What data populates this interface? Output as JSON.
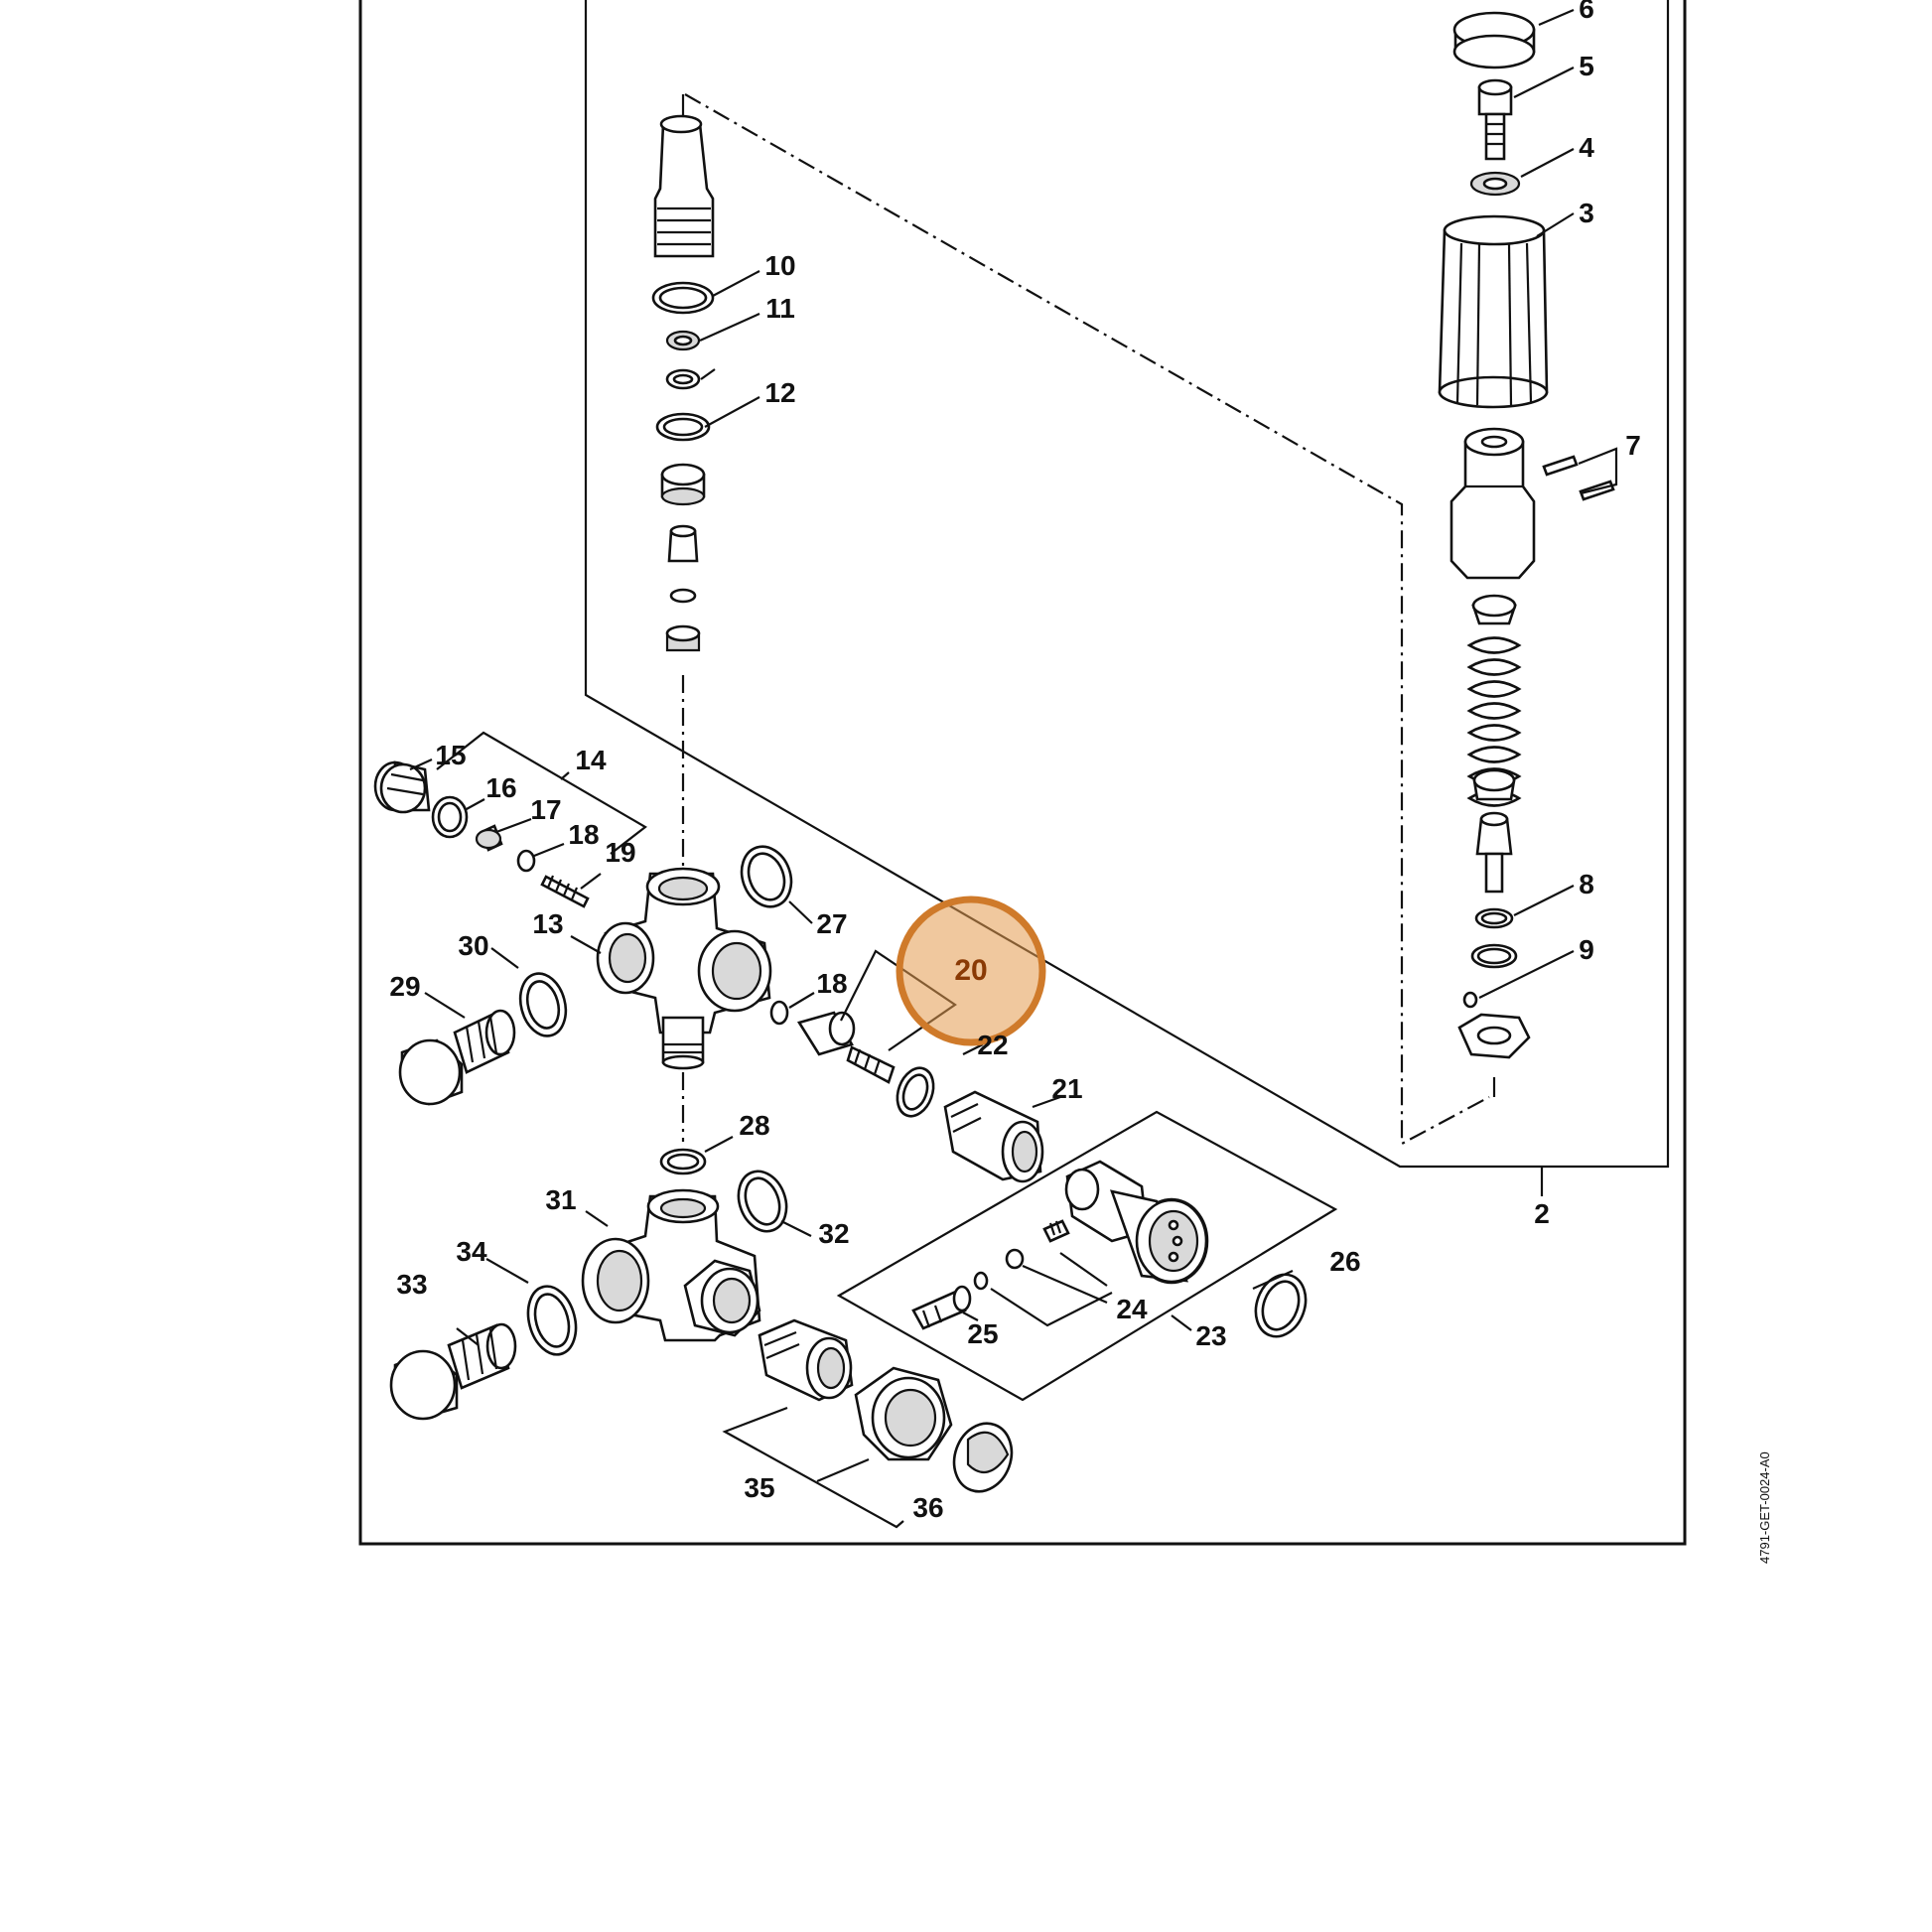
{
  "diagram": {
    "labels": {
      "l2": "2",
      "l3": "3",
      "l4": "4",
      "l5": "5",
      "l6": "6",
      "l7": "7",
      "l8": "8",
      "l9": "9",
      "l10": "10",
      "l11": "11",
      "l12": "12",
      "l13": "13",
      "l14": "14",
      "l15": "15",
      "l16": "16",
      "l17": "17",
      "l18a": "18",
      "l18b": "18",
      "l19": "19",
      "l21": "21",
      "l22": "22",
      "l23": "23",
      "l24": "24",
      "l25": "25",
      "l26": "26",
      "l27": "27",
      "l28": "28",
      "l29": "29",
      "l30": "30",
      "l31": "31",
      "l32": "32",
      "l33": "33",
      "l34": "34",
      "l35": "35",
      "l36": "36"
    },
    "highlight": {
      "label": "20",
      "color": "#e39a4e"
    },
    "doc_id": "4791-GET-0024-A0"
  }
}
